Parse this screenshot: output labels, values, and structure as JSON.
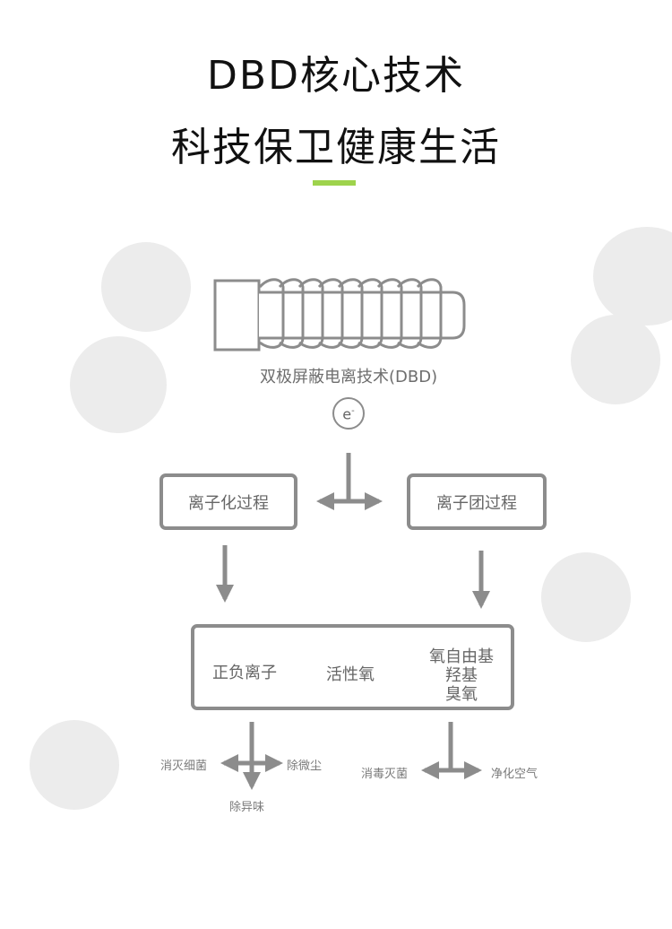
{
  "header": {
    "line1": "DBD核心技术",
    "line2": "科技保卫健康生活"
  },
  "colors": {
    "accent": "#9ed34c",
    "line": "#8c8c8c",
    "circle": "#ececec",
    "text": "#666666"
  },
  "diagram": {
    "device_caption": "双极屏蔽电离技术(DBD)",
    "electron": "e",
    "electron_sup": "-",
    "left_process": "离子化过程",
    "right_process": "离子团过程",
    "products": {
      "col1": "正负离子",
      "col2": "活性氧",
      "col3": [
        "氧自由基",
        "羟基",
        "臭氧"
      ]
    },
    "left_outputs": {
      "left": "消灭细菌",
      "right": "除微尘",
      "bottom": "除异味"
    },
    "right_outputs": {
      "left": "消毒灭菌",
      "right": "净化空气"
    }
  }
}
